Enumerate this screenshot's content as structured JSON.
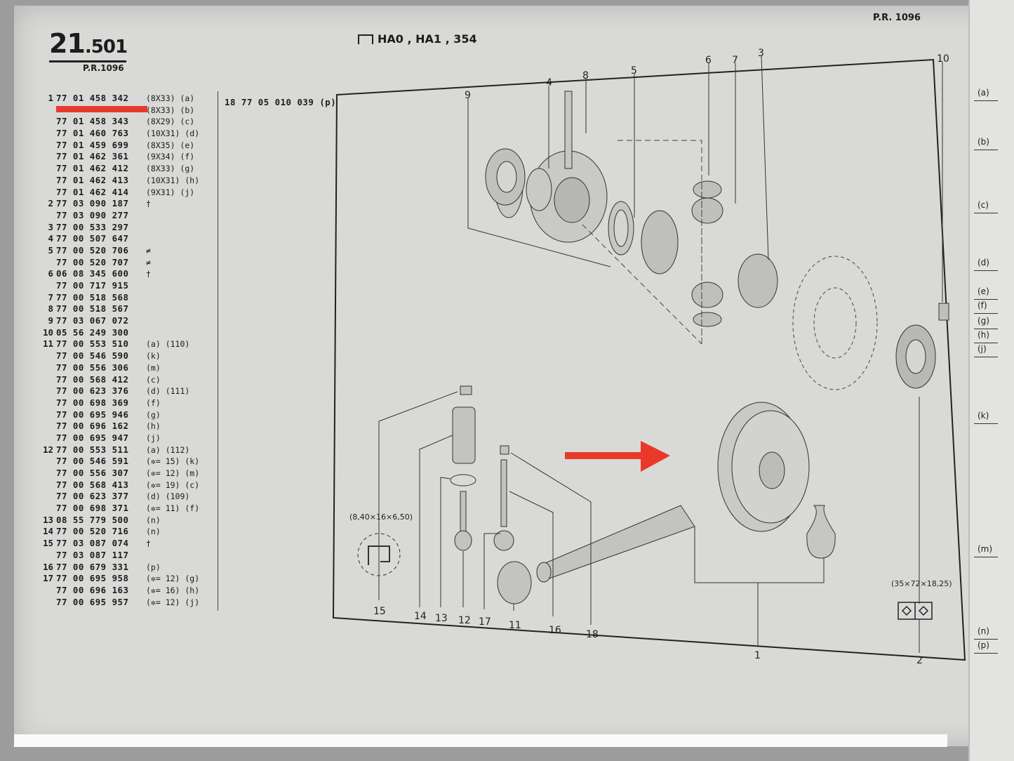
{
  "header": {
    "section_major": "21",
    "section_minor": ".501",
    "pr_left": "P.R.1096",
    "pr_right": "P.R. 1096",
    "models": "HA0 , HA1 , 354"
  },
  "parts": [
    {
      "ref": "1",
      "pn": "77 01 458 342",
      "note": "(8X33) (a)"
    },
    {
      "ref": "",
      "pn": "",
      "note": "(8X33) (b)"
    },
    {
      "ref": "",
      "pn": "77 01 458 343",
      "note": "(8X29) (c)"
    },
    {
      "ref": "",
      "pn": "77 01 460 763",
      "note": "(10X31) (d)"
    },
    {
      "ref": "",
      "pn": "77 01 459 699",
      "note": "(8X35) (e)"
    },
    {
      "ref": "",
      "pn": "77 01 462 361",
      "note": "(9X34) (f)"
    },
    {
      "ref": "",
      "pn": "77 01 462 412",
      "note": "(8X33) (g)"
    },
    {
      "ref": "",
      "pn": "77 01 462 413",
      "note": "(10X31) (h)"
    },
    {
      "ref": "",
      "pn": "77 01 462 414",
      "note": "(9X31) (j)"
    },
    {
      "ref": "2",
      "pn": "77 03 090 187",
      "note": "†"
    },
    {
      "ref": "",
      "pn": "77 03 090 277",
      "note": ""
    },
    {
      "ref": "3",
      "pn": "77 00 533 297",
      "note": ""
    },
    {
      "ref": "4",
      "pn": "77 00 507 647",
      "note": ""
    },
    {
      "ref": "5",
      "pn": "77 00 520 706",
      "note": "≠"
    },
    {
      "ref": "",
      "pn": "77 00 520 707",
      "note": "≠"
    },
    {
      "ref": "6",
      "pn": "06 08 345 600",
      "note": "†"
    },
    {
      "ref": "",
      "pn": "77 00 717 915",
      "note": ""
    },
    {
      "ref": "7",
      "pn": "77 00 518 568",
      "note": ""
    },
    {
      "ref": "8",
      "pn": "77 00 518 567",
      "note": ""
    },
    {
      "ref": "9",
      "pn": "77 03 067 072",
      "note": ""
    },
    {
      "ref": "10",
      "pn": "05 56 249 300",
      "note": ""
    },
    {
      "ref": "11",
      "pn": "77 00 553 510",
      "note": "(a) (110)"
    },
    {
      "ref": "",
      "pn": "77 00 546 590",
      "note": "(k)"
    },
    {
      "ref": "",
      "pn": "77 00 556 306",
      "note": "(m)"
    },
    {
      "ref": "",
      "pn": "77 00 568 412",
      "note": "(c)"
    },
    {
      "ref": "",
      "pn": "77 00 623 376",
      "note": "(d) (111)"
    },
    {
      "ref": "",
      "pn": "77 00 698 369",
      "note": "(f)"
    },
    {
      "ref": "",
      "pn": "77 00 695 946",
      "note": "(g)"
    },
    {
      "ref": "",
      "pn": "77 00 696 162",
      "note": "(h)"
    },
    {
      "ref": "",
      "pn": "77 00 695 947",
      "note": "(j)"
    },
    {
      "ref": "12",
      "pn": "77 00 553 511",
      "note": "(a) (112)"
    },
    {
      "ref": "",
      "pn": "77 00 546 591",
      "note": "(✲= 15) (k)"
    },
    {
      "ref": "",
      "pn": "77 00 556 307",
      "note": "(✲= 12) (m)"
    },
    {
      "ref": "",
      "pn": "77 00 568 413",
      "note": "(✲= 19) (c)"
    },
    {
      "ref": "",
      "pn": "77 00 623 377",
      "note": "(d) (109)"
    },
    {
      "ref": "",
      "pn": "77 00 698 371",
      "note": "(✲= 11) (f)"
    },
    {
      "ref": "13",
      "pn": "08 55 779 500",
      "note": "(n)"
    },
    {
      "ref": "14",
      "pn": "77 00 520 716",
      "note": "(n)"
    },
    {
      "ref": "15",
      "pn": "77 03 087 074",
      "note": "†"
    },
    {
      "ref": "",
      "pn": "77 03 087 117",
      "note": ""
    },
    {
      "ref": "16",
      "pn": "77 00 679 331",
      "note": "(p)"
    },
    {
      "ref": "17",
      "pn": "77 00 695 958",
      "note": "(✲= 12) (g)"
    },
    {
      "ref": "",
      "pn": "77 00 696 163",
      "note": "(✲= 16) (h)"
    },
    {
      "ref": "",
      "pn": "77 00 695 957",
      "note": "(✲= 12) (j)"
    }
  ],
  "right_column_part": "18 77 05 010 039 (p)",
  "diagram": {
    "callouts": [
      "9",
      "4",
      "8",
      "5",
      "6",
      "7",
      "3",
      "10",
      "15",
      "14",
      "13",
      "12",
      "17",
      "11",
      "16",
      "18",
      "1",
      "2"
    ],
    "seal_dims": "(8,40×16×6,50)",
    "bearing_dims": "(35×72×18,25)"
  },
  "tabs": [
    "(a)",
    "(b)",
    "(c)",
    "(d)",
    "(e)",
    "(f)",
    "(g)",
    "(h)",
    "(j)",
    "(k)",
    "(m)",
    "(n)",
    "(p)"
  ],
  "colors": {
    "marker": "#e8392b",
    "paper": "#d9dad7"
  }
}
